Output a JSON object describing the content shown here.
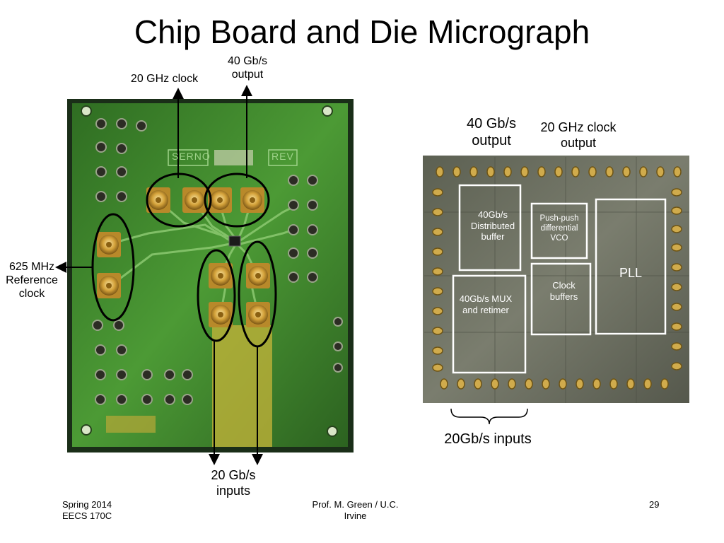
{
  "slide": {
    "title": "Chip Board and Die Micrograph",
    "board_labels": {
      "clock_20ghz": "20 GHz clock",
      "output_40gbs_line1": "40 Gb/s",
      "output_40gbs_line2": "output",
      "ref_clock_line1": "625 MHz",
      "ref_clock_line2": "Reference",
      "ref_clock_line3": "clock",
      "inputs_20gbs_line1": "20 Gb/s",
      "inputs_20gbs_line2": "inputs"
    },
    "die_labels": {
      "output_40gbs_line1": "40 Gb/s",
      "output_40gbs_line2": "output",
      "clock_output_line1": "20 GHz clock",
      "clock_output_line2": "output",
      "dist_buffer_line1": "40Gb/s",
      "dist_buffer_line2": "Distributed",
      "dist_buffer_line3": "buffer",
      "vco_line1": "Push-push",
      "vco_line2": "differential",
      "vco_line3": "VCO",
      "pll": "PLL",
      "clock_buffers_line1": "Clock",
      "clock_buffers_line2": "buffers",
      "mux_line1": "40Gb/s MUX",
      "mux_line2": "and retimer",
      "inputs": "20Gb/s inputs"
    },
    "board_silkscreen": {
      "serno": "SERNO",
      "rev": "REV"
    },
    "footer": {
      "left_line1": "Spring 2014",
      "left_line2": "EECS 170C",
      "center_line1": "Prof. M. Green / U.C.",
      "center_line2": "Irvine",
      "page": "29"
    },
    "colors": {
      "pcb_green": "#3f8a2a",
      "pcb_dark": "#1f4a1c",
      "connector_gold": "#d4a23a",
      "die_gray": "#6b6e62",
      "pad_gold": "#c9a446",
      "box_white": "#ffffff",
      "ellipse_black": "#000000"
    }
  }
}
